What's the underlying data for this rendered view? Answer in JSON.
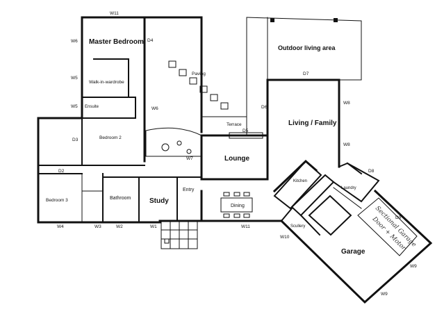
{
  "rooms": {
    "master_bedroom": "Master Bedroom",
    "walk_in_wardrobe": "Walk-in-wardrobe",
    "ensuite": "Ensuite",
    "bedroom2": "Bedroom 2",
    "bedroom3": "Bedroom 3",
    "bathroom": "Bathroom",
    "study": "Study",
    "entry": "Entry",
    "lounge": "Lounge",
    "dining": "Dining",
    "kitchen": "Kitchen",
    "scullery": "Scullery",
    "laundry": "Laundry",
    "garage": "Garage",
    "living_family": "Living / Family",
    "outdoor_living": "Outdoor living area",
    "terrace": "Terrace",
    "paving": "Paving"
  },
  "windows": {
    "w11_top": "W11",
    "w6_a": "W6",
    "w5_a": "W5",
    "w5_b": "W5",
    "w6_b": "W6",
    "w7": "W7",
    "w4": "W4",
    "w3": "W3",
    "w2": "W2",
    "w1": "W1",
    "w11_bottom": "W11",
    "w10": "W10",
    "w8_a": "W8",
    "w8_b": "W8",
    "w9_a": "W9",
    "w9_b": "W9"
  },
  "doors": {
    "d4": "D4",
    "d3": "D3",
    "d2": "D2",
    "d5": "D5",
    "d6": "D6",
    "d7": "D7",
    "d8": "D8",
    "d9": "D9"
  },
  "handwritten_note": [
    "Sectional Garage",
    "Door + Motor"
  ]
}
